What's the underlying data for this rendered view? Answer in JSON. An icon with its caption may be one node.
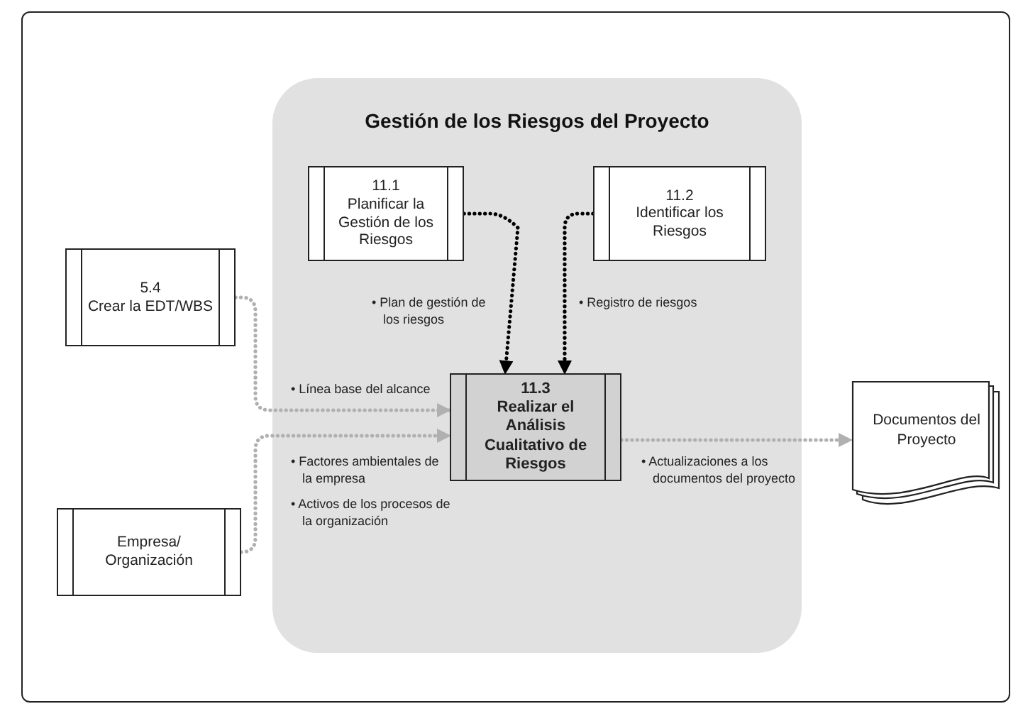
{
  "diagram": {
    "nodes": [
      {
        "text": [
          "Gestión de los Riesgos del Proyecto"
        ]
      },
      {
        "text": [
          "11.1",
          "Planificar la Gestión de los Riesgos"
        ],
        "in": 0
      },
      {
        "text": [
          "11.2",
          "Identificar los Riesgos"
        ],
        "in": 0
      },
      {
        "text": [
          "5.4",
          "Crear la EDT/WBS"
        ]
      },
      {
        "text": [
          "11.3",
          "Realizar el Análisis Cualitativo de Riesgos"
        ],
        "in": 0
      },
      {
        "text": [
          "Empresa/ Organización"
        ]
      },
      {
        "text": [
          "Documentos del Proyecto"
        ]
      }
    ],
    "edges": [
      {
        "from": 1,
        "to": 4,
        "arrow": "to",
        "label": "• Plan de gestión de los riesgos",
        "style": "dashed",
        "color": "#000000"
      },
      {
        "from": 2,
        "to": 4,
        "arrow": "to",
        "label": "• Registro de riesgos",
        "style": "dashed",
        "color": "#000000"
      },
      {
        "from": 3,
        "to": 4,
        "arrow": "to",
        "label": "• Línea base del alcance",
        "style": "dashed"
      },
      {
        "from": 5,
        "to": 4,
        "arrow": "to",
        "label": "• Factores ambientales de la empresa",
        "style": "dashed"
      },
      {
        "from": 4,
        "to": 6,
        "arrow": "to",
        "label": "• Actualizaciones a los documentos del proyecto",
        "style": "dashed"
      }
    ],
    "labels": [
      "• Activos de los procesos de la organización"
    ]
  }
}
